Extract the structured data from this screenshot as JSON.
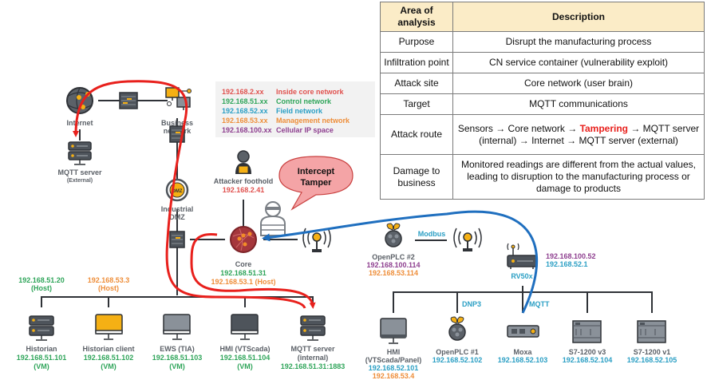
{
  "legend": [
    {
      "prefix": "192.168.2.xx",
      "label": "Inside core network",
      "color": "#e0524f"
    },
    {
      "prefix": "192.168.51.xx",
      "label": "Control network",
      "color": "#2fa55a"
    },
    {
      "prefix": "192.168.52.xx",
      "label": "Field network",
      "color": "#2b9fc4"
    },
    {
      "prefix": "192.168.53.xx",
      "label": "Management network",
      "color": "#ee8e3a"
    },
    {
      "prefix": "192.168.100.xx",
      "label": "Cellular IP space",
      "color": "#8e3f8f"
    }
  ],
  "nodes": {
    "internet": {
      "label": "Internet"
    },
    "business": {
      "line1": "Business",
      "line2": "network"
    },
    "mqtt_external": {
      "line1": "MQTT server",
      "line2": "(External)"
    },
    "dmz": {
      "badge": "DMZ",
      "line1": "Industrial",
      "line2": "DMZ"
    },
    "attacker": {
      "label": "Attacker foothold",
      "ip": "192.168.2.41"
    },
    "core": {
      "label": "Core",
      "ip1": "192.168.51.31",
      "ip2": "192.168.53.1 (Host)"
    },
    "host_historian": {
      "ip": "192.168.51.20",
      "note": "(Host)"
    },
    "host_client": {
      "ip": "192.168.53.3",
      "note": "(Host)"
    },
    "historian": {
      "label": "Historian",
      "ip": "192.168.51.101",
      "note": "(VM)"
    },
    "historian_client": {
      "label": "Historian client",
      "ip": "192.168.51.102",
      "note": "(VM)"
    },
    "ews": {
      "label": "EWS (TIA)",
      "ip": "192.168.51.103",
      "note": "(VM)"
    },
    "hmi_vtscada": {
      "label": "HMI (VTScada)",
      "ip": "192.168.51.104",
      "note": "(VM)"
    },
    "mqtt_internal": {
      "line1": "MQTT server",
      "line2": "(internal)",
      "ip": "192.168.51.31:1883"
    },
    "openplc2": {
      "label": "OpenPLC #2",
      "ip1": "192.168.100.114",
      "ip2": "192.168.53.114"
    },
    "rv50x": {
      "label": "RV50x",
      "ip1": "192.168.100.52",
      "ip2": "192.168.52.1"
    },
    "hmi_panel": {
      "line1": "HMI",
      "line2": "(VTScada/Panel)",
      "ip1": "192.168.52.101",
      "ip2": "192.168.53.4"
    },
    "openplc1": {
      "label": "OpenPLC #1",
      "ip": "192.168.52.102"
    },
    "moxa": {
      "label": "Moxa",
      "ip": "192.168.52.103"
    },
    "s7_v3": {
      "label": "S7-1200 v3",
      "ip": "192.168.52.104"
    },
    "s7_v1": {
      "label": "S7-1200 v1",
      "ip": "192.168.52.105"
    }
  },
  "protocols": {
    "modbus": "Modbus",
    "dnp3": "DNP3",
    "mqtt": "MQTT"
  },
  "callout": {
    "line1": "Intercept",
    "line2": "Tamper"
  },
  "colors": {
    "attack_path": "#e8201c",
    "sensor_path": "#1f6fbf",
    "callout_fill": "#f4a4a6",
    "table_header": "#fbecc7"
  },
  "table": {
    "headers": [
      "Area of analysis",
      "Description"
    ],
    "rows": [
      {
        "area": "Purpose",
        "desc": "Disrupt the manufacturing process"
      },
      {
        "area": "Infiltration point",
        "desc": "CN service container (vulnerability exploit)"
      },
      {
        "area": "Attack site",
        "desc": "Core network (user brain)"
      },
      {
        "area": "Target",
        "desc": "MQTT communications"
      },
      {
        "area": "Attack route",
        "desc_before": "Sensors → Core network → ",
        "desc_highlight": "Tampering",
        "desc_after": " → MQTT server (internal) → Internet → MQTT server (external)"
      },
      {
        "area": "Damage to business",
        "desc": "Monitored readings are different from the actual values, leading to disruption to the manufacturing process or damage to products"
      }
    ]
  }
}
